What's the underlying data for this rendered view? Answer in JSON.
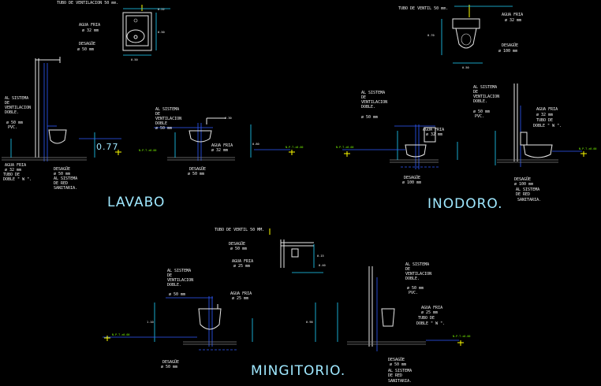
{
  "lavabo": {
    "title": "LAVABO",
    "top_vent": "TUBO DE VENTILACION  50 mm.",
    "top_agua": "AGUA FRIA",
    "top_agua_d": "ø 32 mm",
    "top_desague": "DESAGÜE",
    "top_desague_d": "ø 50 mm",
    "left_al_sistema": [
      "AL SISTEMA",
      "DE",
      "VENTILACION",
      "DOBLE."
    ],
    "left_pipe": [
      "ø 50 mm",
      "PVC."
    ],
    "dim_077": "0.77",
    "left_agua": [
      "AGUA FRIA",
      "ø 32 mm"
    ],
    "left_tubo": [
      "TUBO DE",
      "DOBLE \" W \"."
    ],
    "left_desague": [
      "DESAGÜE",
      "ø 50 mm",
      "AL SISTEMA",
      "DE RED",
      "SANITARIA."
    ],
    "right_al_sistema": [
      "AL SISTEMA",
      "DE",
      "VENTILACION",
      "DOBLE",
      "ø 50 mm"
    ],
    "right_agua": [
      "AGUA FRIA",
      "ø 32 mm"
    ],
    "right_desague": [
      "DESAGÜE",
      "ø 50 mm"
    ]
  },
  "inodoro": {
    "title": "INODORO.",
    "top_vent": "TUBO DE VENTIL  50 mm.",
    "top_agua": "AGUA FRIA",
    "top_agua_d": "ø 32 mm",
    "top_desague": "DESAGÜE",
    "top_desague_d": "ø 100 mm",
    "left_al_sistema": [
      "AL SISTEMA",
      "DE",
      "VENTILACION",
      "DOBLE."
    ],
    "left_pipe": "ø 50 mm",
    "left_agua": [
      "AGUA FRIA",
      "ø 32 mm"
    ],
    "left_desague": [
      "DESAGÜE",
      "ø 100 mm"
    ],
    "right_al_sistema": [
      "AL SISTEMA",
      "DE",
      "VENTILACION",
      "DOBLE."
    ],
    "right_pipe": [
      "ø 50 mm",
      "PVC."
    ],
    "right_agua": [
      "AGUA FRIA",
      "ø 32 mm",
      "TUBO DE",
      "DOBLE \" W \"."
    ],
    "right_desague": [
      "DESAGÜE",
      "ø 100 mm",
      "AL SISTEMA",
      "DE RED",
      "SANITARIA."
    ]
  },
  "mingitorio": {
    "title": "MINGITORIO.",
    "top_vent": "TUBO DE VENTIL  50 MM.",
    "top_desague": [
      "DESAGÜE",
      "ø 50 mm"
    ],
    "top_agua": [
      "AGUA FRIA",
      "ø 25 mm"
    ],
    "left_al_sistema": [
      "AL SISTEMA",
      "DE",
      "VENTILACION",
      "DOBLE."
    ],
    "left_pipe": "ø 50 mm",
    "left_agua": [
      "AGUA FRIA",
      "ø 25 mm"
    ],
    "left_desague": [
      "DESAGÜE",
      "ø 50 mm"
    ],
    "right_al_sistema": [
      "AL SISTEMA",
      "DE",
      "VENTILACION",
      "DOBLE."
    ],
    "right_pipe": [
      "ø 50 mm",
      "PVC."
    ],
    "right_agua": [
      "AGUA FRIA",
      "ø 25 mm",
      "TUBO DE",
      "DOBLE \" W \"."
    ],
    "right_desague": [
      "DESAGÜE",
      "ø 50 mm",
      "AL SISTEMA",
      "DE RED",
      "SANITARIA."
    ]
  },
  "level_label": "N.P.T.±0.00",
  "dims": {
    "d_022": "0.22",
    "d_070": "0.70",
    "d_080": "0.80",
    "d_040": "0.40",
    "d_060": "0.60",
    "d_030": "0.30",
    "d_110": "1.10",
    "d_050": "0.50",
    "d_015": "0.15",
    "d_090": "0.90"
  },
  "colors": {
    "background": "#000000",
    "title": "#9fe8ff",
    "fixture": "#e8e8e8",
    "pipe": "#2f5bff",
    "dimension": "#1fd4ff",
    "level": "#7cfc00"
  }
}
